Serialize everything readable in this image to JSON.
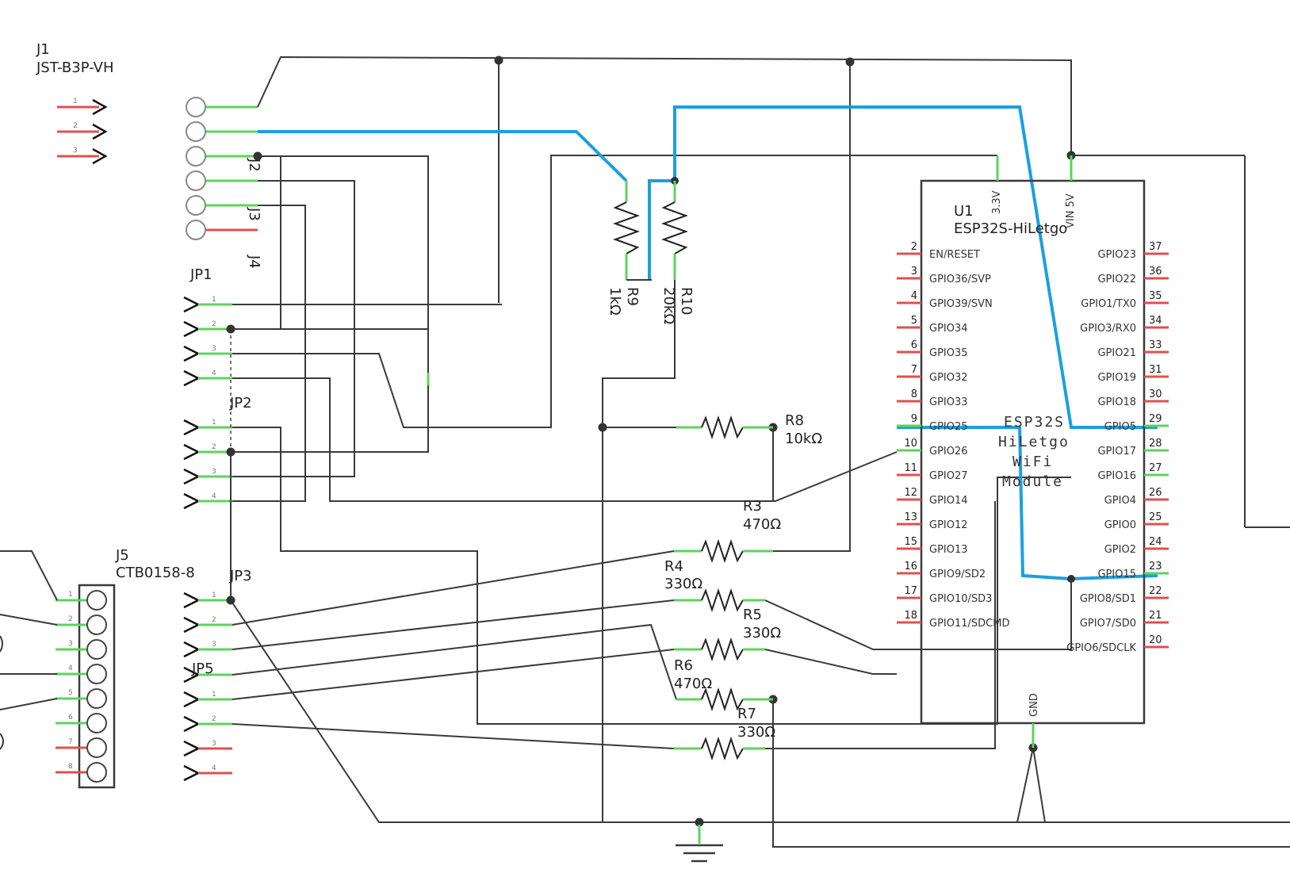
{
  "components": {
    "j1": {
      "ref": "J1",
      "part": "JST-B3P-VH",
      "pins": [
        "1",
        "2",
        "3"
      ]
    },
    "j2": {
      "ref": "J2"
    },
    "j3": {
      "ref": "J3"
    },
    "j4": {
      "ref": "J4"
    },
    "jp1": {
      "ref": "JP1",
      "pins": [
        "1",
        "2",
        "3",
        "4"
      ]
    },
    "jp2": {
      "ref": "JP2",
      "pins": [
        "1",
        "2",
        "3",
        "4"
      ]
    },
    "jp3": {
      "ref": "JP3",
      "pins": [
        "1",
        "2",
        "3"
      ]
    },
    "jp5": {
      "ref": "JP5",
      "pins": [
        "1",
        "2",
        "3",
        "4"
      ]
    },
    "j5": {
      "ref": "J5",
      "part": "CTB0158-8",
      "pins": [
        "1",
        "2",
        "3",
        "4",
        "5",
        "6",
        "7",
        "8"
      ]
    },
    "r9": {
      "ref": "R9",
      "value": "1kΩ"
    },
    "r10": {
      "ref": "R10",
      "value": "20kΩ"
    },
    "r8": {
      "ref": "R8",
      "value": "10kΩ"
    },
    "r3": {
      "ref": "R3",
      "value": "470Ω"
    },
    "r4": {
      "ref": "R4",
      "value": "330Ω"
    },
    "r5": {
      "ref": "R5",
      "value": "330Ω"
    },
    "r6": {
      "ref": "R6",
      "value": "470Ω"
    },
    "r7": {
      "ref": "R7",
      "value": "330Ω"
    },
    "u1": {
      "ref": "U1",
      "part": "ESP32S-HiLetgo",
      "top_pins": [
        "3.3V",
        "VIN 5V"
      ],
      "bottom_pin": "GND",
      "module_text": [
        "ESP32S",
        "HiLetgo",
        "WiFi",
        "Module"
      ],
      "left_pins": [
        {
          "num": "2",
          "name": "EN/RESET"
        },
        {
          "num": "3",
          "name": "GPIO36/SVP"
        },
        {
          "num": "4",
          "name": "GPIO39/SVN"
        },
        {
          "num": "5",
          "name": "GPIO34"
        },
        {
          "num": "6",
          "name": "GPIO35"
        },
        {
          "num": "7",
          "name": "GPIO32"
        },
        {
          "num": "8",
          "name": "GPIO33"
        },
        {
          "num": "9",
          "name": "GPIO25"
        },
        {
          "num": "10",
          "name": "GPIO26"
        },
        {
          "num": "11",
          "name": "GPIO27"
        },
        {
          "num": "12",
          "name": "GPIO14"
        },
        {
          "num": "13",
          "name": "GPIO12"
        },
        {
          "num": "15",
          "name": "GPIO13"
        },
        {
          "num": "16",
          "name": "GPIO9/SD2"
        },
        {
          "num": "17",
          "name": "GPIO10/SD3"
        },
        {
          "num": "18",
          "name": "GPIO11/SDCMD"
        }
      ],
      "right_pins": [
        {
          "num": "37",
          "name": "GPIO23"
        },
        {
          "num": "36",
          "name": "GPIO22"
        },
        {
          "num": "35",
          "name": "GPIO1/TX0"
        },
        {
          "num": "34",
          "name": "GPIO3/RX0"
        },
        {
          "num": "33",
          "name": "GPIO21"
        },
        {
          "num": "31",
          "name": "GPIO19"
        },
        {
          "num": "30",
          "name": "GPIO18"
        },
        {
          "num": "29",
          "name": "GPIO5"
        },
        {
          "num": "28",
          "name": "GPIO17"
        },
        {
          "num": "27",
          "name": "GPIO16"
        },
        {
          "num": "26",
          "name": "GPIO4"
        },
        {
          "num": "25",
          "name": "GPIO0"
        },
        {
          "num": "24",
          "name": "GPIO2"
        },
        {
          "num": "23",
          "name": "GPIO15"
        },
        {
          "num": "22",
          "name": "GPIO8/SD1"
        },
        {
          "num": "21",
          "name": "GPIO7/SD0"
        },
        {
          "num": "20",
          "name": "GPIO6/SDCLK"
        }
      ]
    }
  },
  "colors": {
    "wire": "#3a3a3a",
    "highlight_wire": "#1aa0e0",
    "connected_pin": "#5ed35e",
    "unconnected_pin": "#e05050"
  }
}
